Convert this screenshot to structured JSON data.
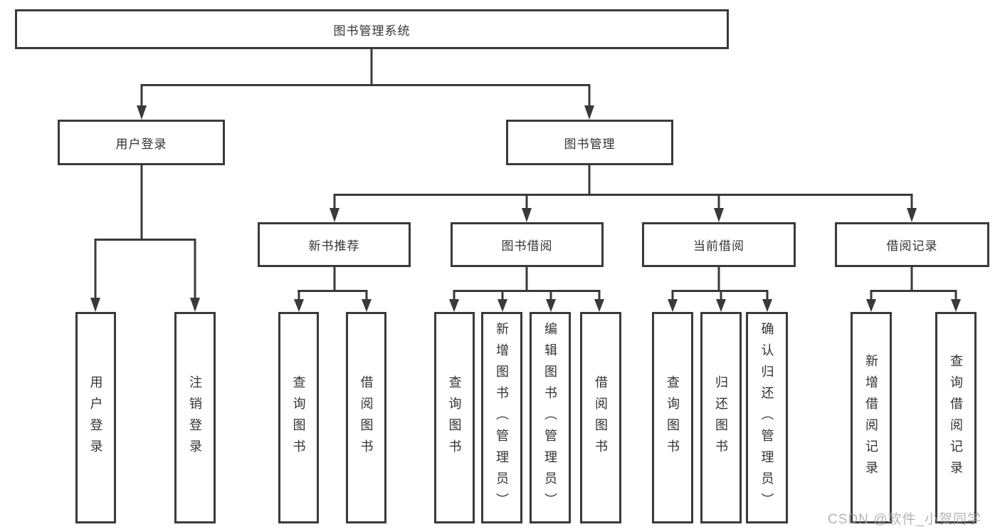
{
  "diagram": {
    "title_node": {
      "label": "图书管理系统"
    },
    "level2": [
      {
        "label": "用户登录"
      },
      {
        "label": "图书管理"
      }
    ],
    "level3": [
      {
        "label": "新书推荐"
      },
      {
        "label": "图书借阅"
      },
      {
        "label": "当前借阅"
      },
      {
        "label": "借阅记录"
      }
    ],
    "leaves": {
      "user_login": [
        {
          "label": "用户登录"
        },
        {
          "label": "注销登录"
        }
      ],
      "new_book": [
        {
          "label": "查询图书"
        },
        {
          "label": "借阅图书"
        }
      ],
      "book_borrow": [
        {
          "label": "查询图书"
        },
        {
          "label": "新增图书（管理员）"
        },
        {
          "label": "编辑图书（管理员）"
        },
        {
          "label": "借阅图书"
        }
      ],
      "current_borrow": [
        {
          "label": "查询图书"
        },
        {
          "label": "归还图书"
        },
        {
          "label": "确认归还（管理员）"
        }
      ],
      "records": [
        {
          "label": "新增借阅记录"
        },
        {
          "label": "查询借阅记录"
        }
      ]
    }
  },
  "watermark": {
    "text": "CSDN @软件_小贺同学"
  },
  "colors": {
    "line": "#3a3a3a",
    "border": "#3a3a3a",
    "text": "#333333",
    "background": "#ffffff",
    "watermark": "#9e9e9e"
  }
}
